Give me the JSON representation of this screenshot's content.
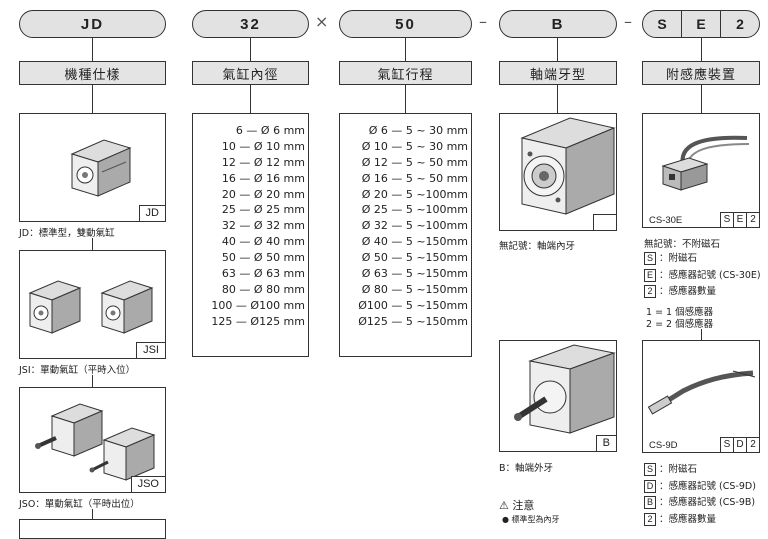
{
  "code": {
    "series": "JD",
    "bore": "32",
    "times": "×",
    "stroke": "50",
    "dash1": "–",
    "thread": "B",
    "dash2": "–",
    "sensor": [
      "S",
      "E",
      "2"
    ]
  },
  "headers": {
    "series": "機種仕樣",
    "bore": "氣缸內徑",
    "stroke": "氣缸行程",
    "thread": "軸端牙型",
    "sensor": "附感應裝置"
  },
  "series_items": [
    {
      "tag": "JD",
      "caption": "JD：標準型，雙動氣缸"
    },
    {
      "tag": "JSI",
      "caption": "JSI：單動氣缸（平時入位）"
    },
    {
      "tag": "JSO",
      "caption": "JSO：單動氣缸（平時出位）"
    }
  ],
  "bore_list": [
    "6 — Ø 6  mm",
    "10 — Ø 10  mm",
    "12 — Ø 12  mm",
    "16 — Ø 16  mm",
    "20 — Ø 20  mm",
    "25 — Ø 25  mm",
    "32 — Ø 32  mm",
    "40 — Ø 40  mm",
    "50 — Ø 50  mm",
    "63 — Ø 63  mm",
    "80 — Ø 80  mm",
    "100 — Ø100  mm",
    "125 — Ø125  mm"
  ],
  "stroke_list": [
    "Ø 6 — 5 ~ 30 mm",
    "Ø 10 — 5 ~ 30 mm",
    "Ø 12 — 5 ~ 50 mm",
    "Ø 16 — 5 ~ 50 mm",
    "Ø 20 — 5 ~100mm",
    "Ø 25 — 5 ~100mm",
    "Ø 32 — 5 ~100mm",
    "Ø 40 — 5 ~150mm",
    "Ø 50 — 5 ~150mm",
    "Ø 63 — 5 ~150mm",
    "Ø 80 — 5 ~150mm",
    "Ø100 — 5 ~150mm",
    "Ø125 — 5 ~150mm"
  ],
  "thread_items": [
    {
      "tag": "",
      "caption": "無記號：軸端內牙"
    },
    {
      "tag": "B",
      "caption": "B：軸端外牙"
    }
  ],
  "note": {
    "title": "注意",
    "line": "標準型為內牙"
  },
  "sensor_top": {
    "model": "CS-30E",
    "code": [
      "S",
      "E",
      "2"
    ],
    "desc": "無記號：不附磁石",
    "items": [
      {
        "key": "S",
        "text": "附磁石"
      },
      {
        "key": "E",
        "text": "感應器記號 (CS-30E)"
      },
      {
        "key": "2",
        "text": "感應器數量"
      }
    ],
    "qty": [
      "1 = 1 個感應器",
      "2 = 2 個感應器"
    ]
  },
  "sensor_bottom": {
    "model": "CS-9D",
    "code": [
      "S",
      "D",
      "2"
    ],
    "items": [
      {
        "key": "S",
        "text": "附磁石"
      },
      {
        "key": "D",
        "text": "感應器記號 (CS-9D)"
      },
      {
        "key": "B",
        "text": "感應器記號 (CS-9B)"
      },
      {
        "key": "2",
        "text": "感應器數量"
      }
    ]
  }
}
